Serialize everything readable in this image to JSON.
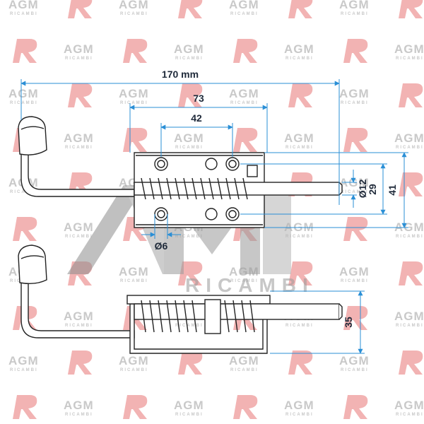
{
  "watermark": {
    "brand": "AGM",
    "sub": "RICAMBI",
    "center_sub": "RICAMBI",
    "brand_color": "#c9c9c9",
    "r_color": "#f2b3b3"
  },
  "dimensions": {
    "overall_length": "170 mm",
    "bracket_length": "73",
    "hole_spacing": "42",
    "pin_diameter": "Ø12",
    "hole_diameter": "Ø6",
    "hole_height": "29",
    "bracket_height": "41",
    "side_height": "35"
  },
  "colors": {
    "dimension_line": "#2a8fd6",
    "outline": "#222222"
  }
}
